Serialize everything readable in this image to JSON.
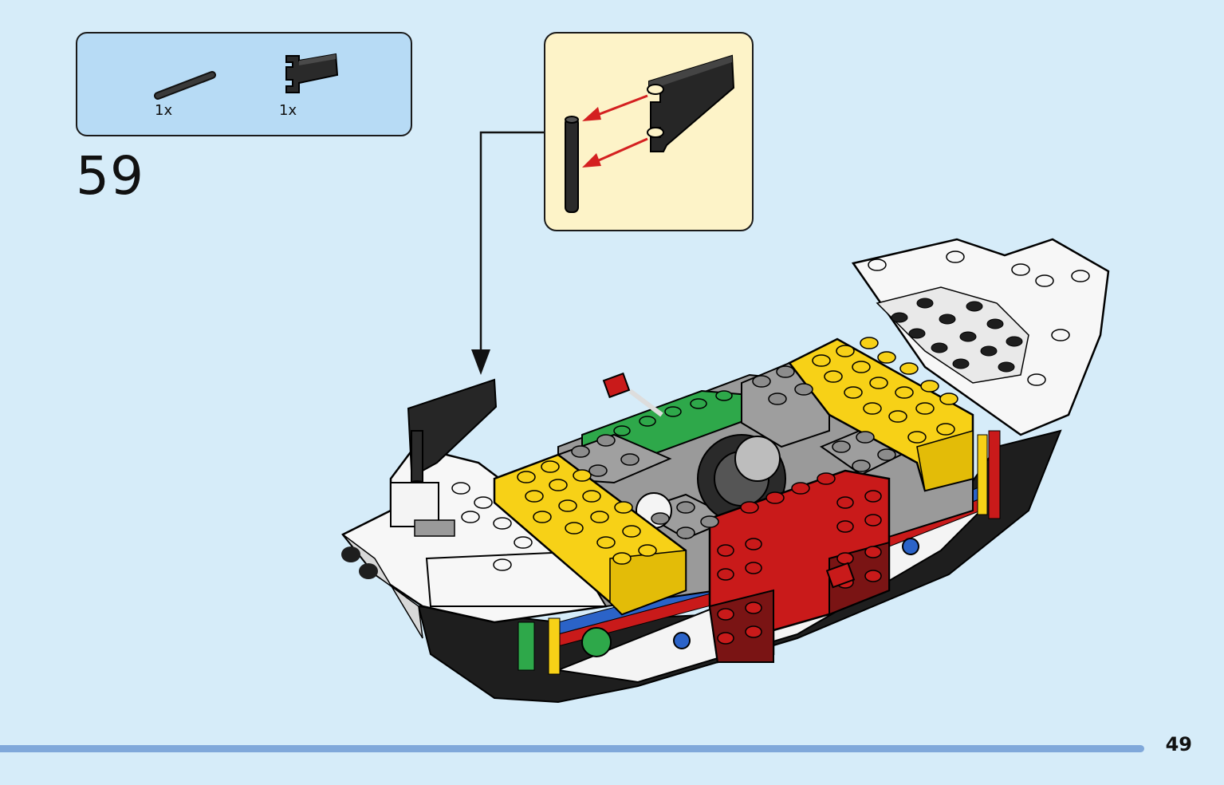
{
  "parts_list": {
    "items": [
      {
        "icon": "axle-icon",
        "quantity": "1x",
        "color": "#2a2a2a"
      },
      {
        "icon": "fin-plate-icon",
        "quantity": "1x",
        "color": "#2a2a2a"
      }
    ]
  },
  "step": {
    "number": "59"
  },
  "callout": {
    "icons": [
      "axle-icon",
      "fin-plate-icon",
      "red-arrow-icon"
    ],
    "background": "#fdf3c8"
  },
  "model": {
    "icon": "lego-boat-model-icon"
  },
  "footer": {
    "page_number": "49",
    "bar_color": "#80a8da"
  },
  "colors": {
    "background": "#d6ecf9",
    "parts_box": "#b7dbf5",
    "arrow": "#d42020",
    "yellow": "#f7d117",
    "red": "#c91a1a",
    "green": "#2ea84a",
    "gray": "#a0a0a0",
    "white": "#f7f7f7",
    "black": "#1e1e1e"
  }
}
